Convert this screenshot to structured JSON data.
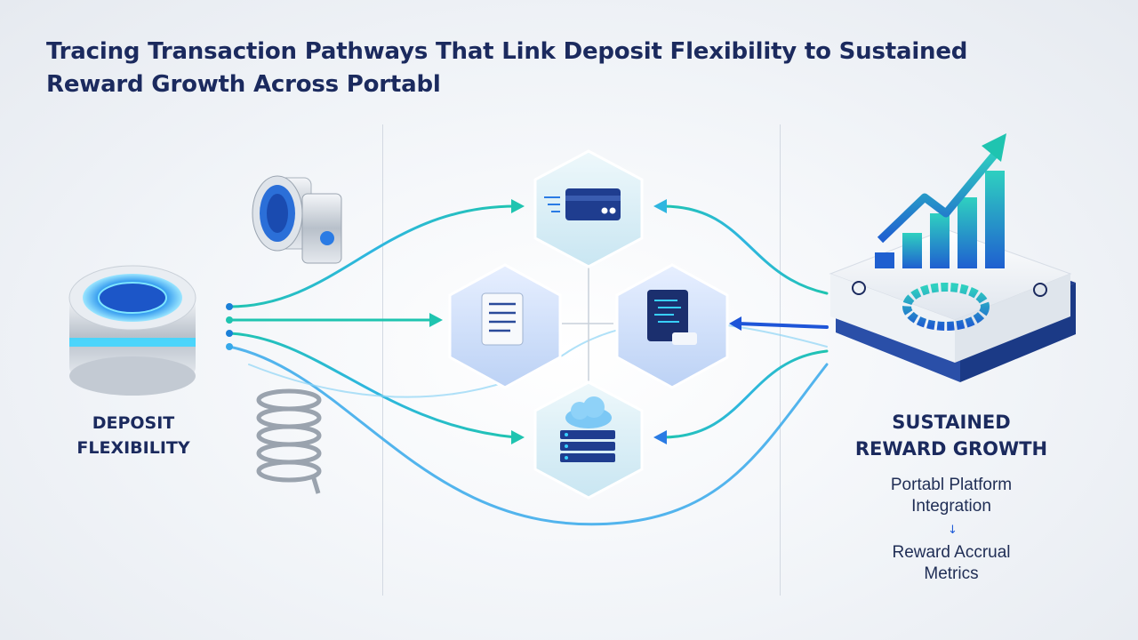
{
  "title": "Tracing Transaction Pathways That Link Deposit Flexibility to Sustained Reward Growth Across Portabl",
  "left_label_line1": "DEPOSIT",
  "left_label_line2": "FLEXIBILITY",
  "right_label_line1": "SUSTAINED",
  "right_label_line2": "REWARD GROWTH",
  "flow": {
    "step1_line1": "Portabl Platform",
    "step1_line2": "Integration",
    "arrow": "↓",
    "step2_line1": "Reward Accrual",
    "step2_line2": "Metrics"
  },
  "colors": {
    "title": "#1b2a5e",
    "teal": "#1fc4b0",
    "blue": "#2a7be4",
    "navy": "#1b2a5e"
  },
  "icons": [
    "payment-card-icon",
    "document-icon",
    "code-document-icon",
    "cloud-server-icon",
    "growth-chart-icon",
    "vault-door-icon",
    "coil-spring-icon",
    "deposit-disk-icon"
  ]
}
